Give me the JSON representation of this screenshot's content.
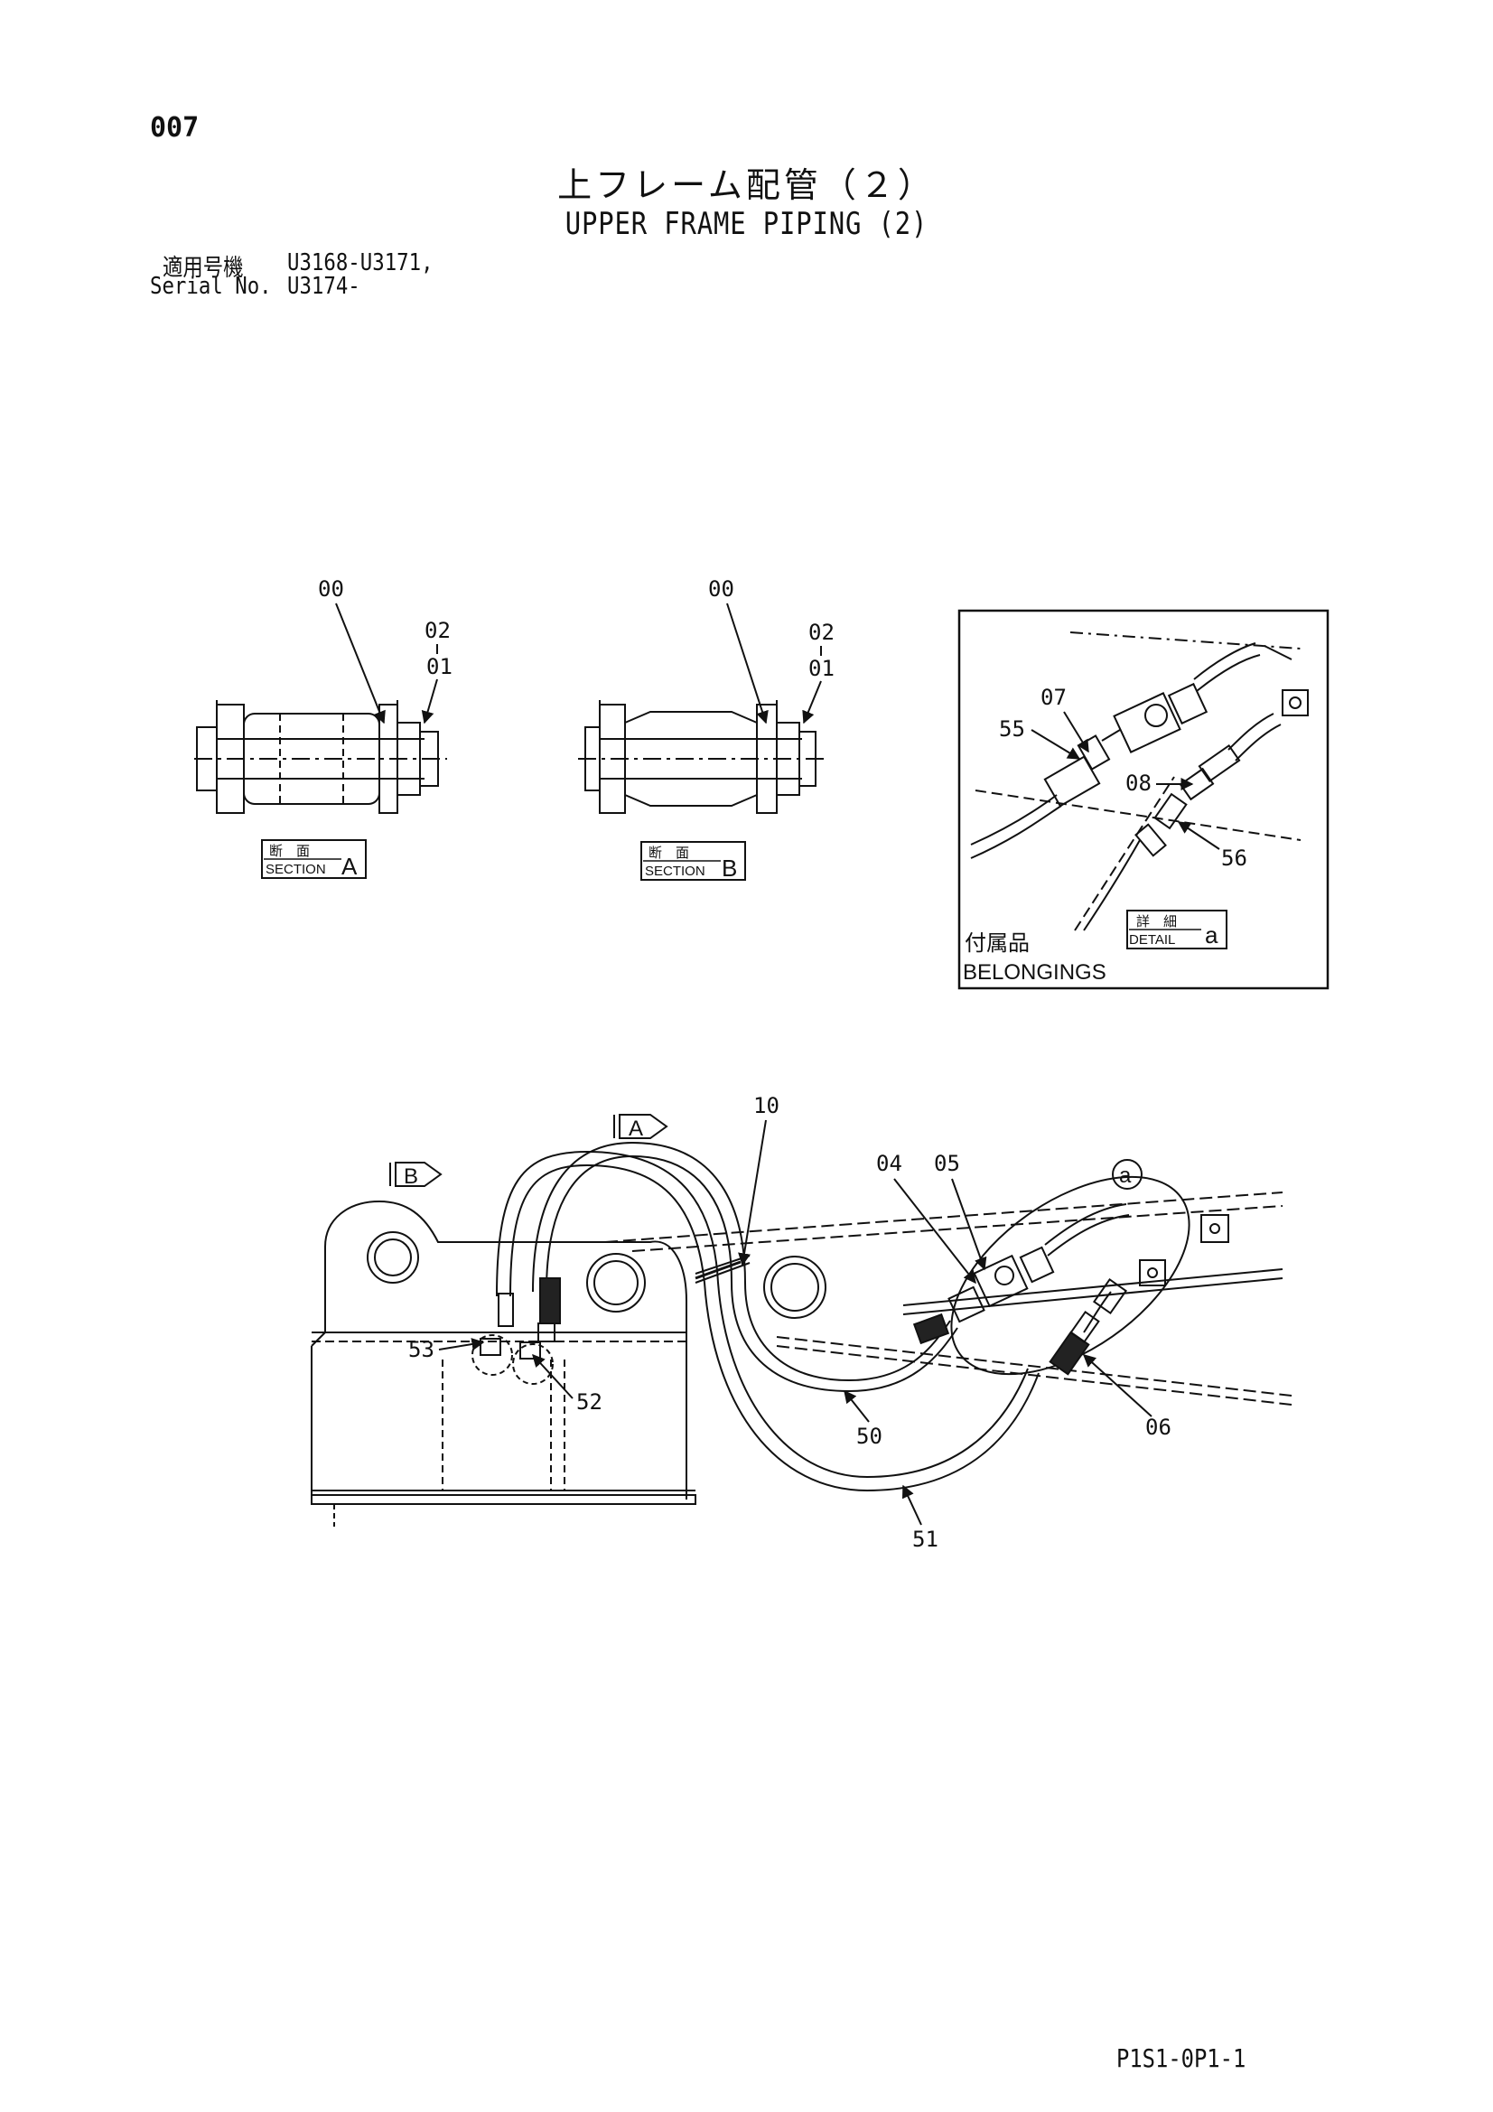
{
  "header": {
    "page_number": "007",
    "title_jp": "上フレーム配管（２）",
    "title_en": "UPPER FRAME PIPING (2)",
    "serial_label_jp": "適用号機",
    "serial_label_en": "Serial No.",
    "serial_range_1": "U3168-U3171,",
    "serial_range_2": "U3174-"
  },
  "section_a": {
    "labels": {
      "p00": "00",
      "p02": "02",
      "p01": "01"
    },
    "box_jp": "断　面",
    "box_en": "SECTION",
    "box_letter": "A"
  },
  "section_b": {
    "labels": {
      "p00": "00",
      "p02": "02",
      "p01": "01"
    },
    "box_jp": "断　面",
    "box_en": "SECTION",
    "box_letter": "B"
  },
  "detail": {
    "labels": {
      "p07": "07",
      "p55": "55",
      "p08": "08",
      "p56": "56"
    },
    "box_jp": "詳　細",
    "box_en": "DETAIL",
    "box_letter": "a",
    "belongings_jp": "付属品",
    "belongings_en": "BELONGINGS"
  },
  "main": {
    "view_a": "A",
    "view_b": "B",
    "detail_marker": "a",
    "labels": {
      "p10": "10",
      "p04": "04",
      "p05": "05",
      "p53": "53",
      "p52": "52",
      "p50": "50",
      "p06": "06",
      "p51": "51"
    }
  },
  "footer": {
    "code": "P1S1-0P1-1"
  }
}
